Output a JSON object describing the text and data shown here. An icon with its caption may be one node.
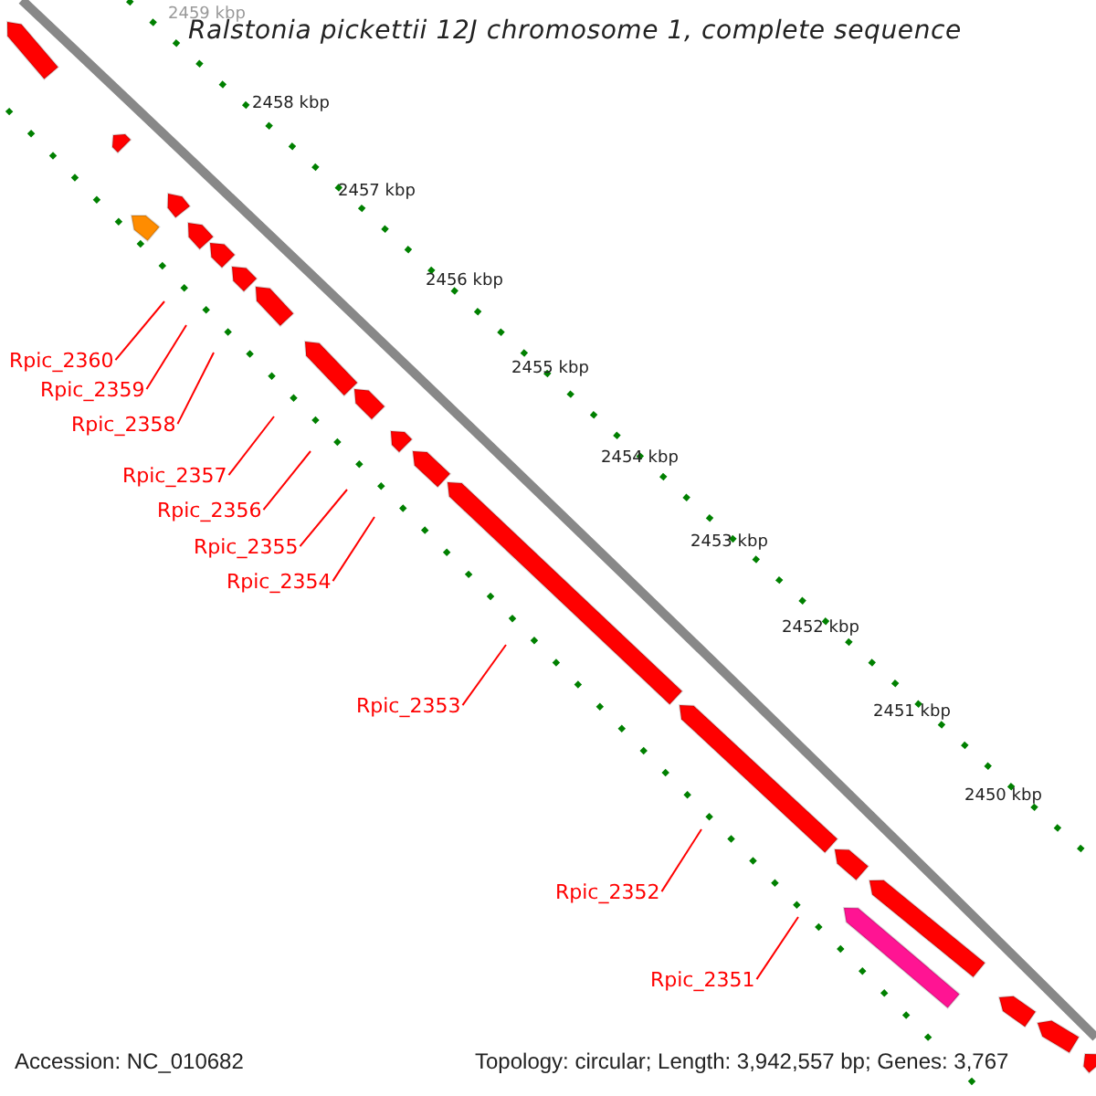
{
  "diagram": {
    "title": "Ralstonia pickettii 12J chromosome 1, complete sequence",
    "nodes": [
      {
        "text": [
          "Rpic_2360"
        ]
      },
      {
        "text": [
          "Rpic_2359"
        ]
      },
      {
        "text": [
          "Rpic_2358"
        ]
      },
      {
        "text": [
          "Rpic_2357"
        ]
      },
      {
        "text": [
          "Rpic_2356"
        ]
      },
      {
        "text": [
          "Rpic_2355"
        ]
      },
      {
        "text": [
          "Rpic_2354"
        ]
      },
      {
        "text": [
          "Rpic_2353"
        ]
      },
      {
        "text": [
          "Rpic_2352"
        ]
      },
      {
        "text": [
          "Rpic_2351"
        ]
      }
    ],
    "edges": [
      {
        "from": 0,
        "to": null,
        "arrow": "none"
      },
      {
        "from": 1,
        "to": null,
        "arrow": "none"
      },
      {
        "from": 2,
        "to": null,
        "arrow": "none"
      },
      {
        "from": 3,
        "to": null,
        "arrow": "none"
      },
      {
        "from": 4,
        "to": null,
        "arrow": "none"
      },
      {
        "from": 5,
        "to": null,
        "arrow": "none"
      },
      {
        "from": 6,
        "to": null,
        "arrow": "none"
      },
      {
        "from": 7,
        "to": null,
        "arrow": "none"
      },
      {
        "from": 8,
        "to": null,
        "arrow": "none"
      },
      {
        "from": 9,
        "to": null,
        "arrow": "none"
      }
    ],
    "labels": [
      "2459 kbp",
      "2458 kbp",
      "2457 kbp",
      "2456 kbp",
      "2455 kbp",
      "2454 kbp",
      "2453 kbp",
      "2452 kbp",
      "2451 kbp",
      "2450 kbp",
      "Accession: NC_010682",
      "Topology: circular; Length: 3,942,557 bp; Genes: 3,767"
    ]
  }
}
